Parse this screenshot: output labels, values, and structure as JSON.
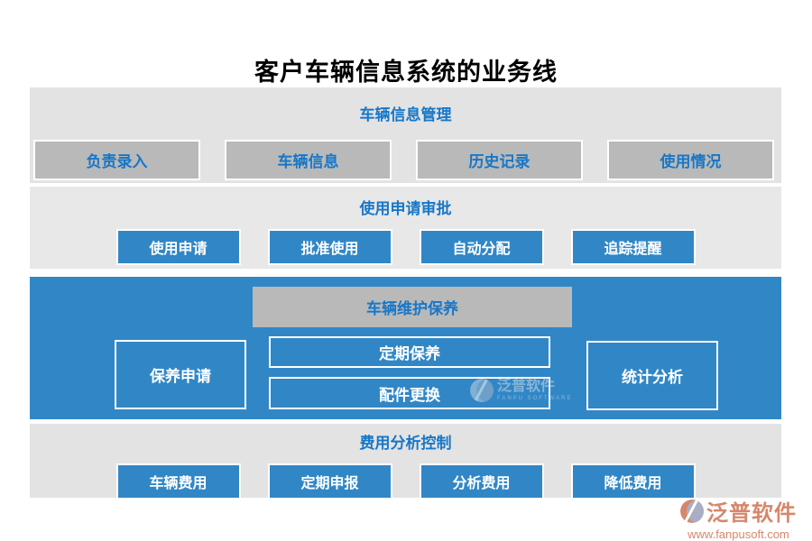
{
  "title": "客户车辆信息系统的业务线",
  "sections": {
    "info": {
      "header": "车辆信息管理",
      "buttons": [
        "负责录入",
        "车辆信息",
        "历史记录",
        "使用情况"
      ]
    },
    "approval": {
      "header": "使用申请审批",
      "buttons": [
        "使用申请",
        "批准使用",
        "自动分配",
        "追踪提醒"
      ]
    },
    "maintenance": {
      "header": "车辆维护保养",
      "apply": "保养申请",
      "periodic": "定期保养",
      "parts": "配件更换",
      "stats": "统计分析"
    },
    "cost": {
      "header": "费用分析控制",
      "buttons": [
        "车辆费用",
        "定期申报",
        "分析费用",
        "降低费用"
      ]
    }
  },
  "watermark": {
    "name": "泛普软件",
    "subtitle": "FANPU SOFTWARE"
  },
  "footer": {
    "brand": "泛普软件",
    "url": "www.fanpusoft.com"
  },
  "colors": {
    "accent_blue": "#3187c6",
    "header_text_blue": "#1777c8",
    "section_gray": "#e3e3e3",
    "node_gray": "#b9b9b9",
    "brand_coral": "#d6876b"
  }
}
